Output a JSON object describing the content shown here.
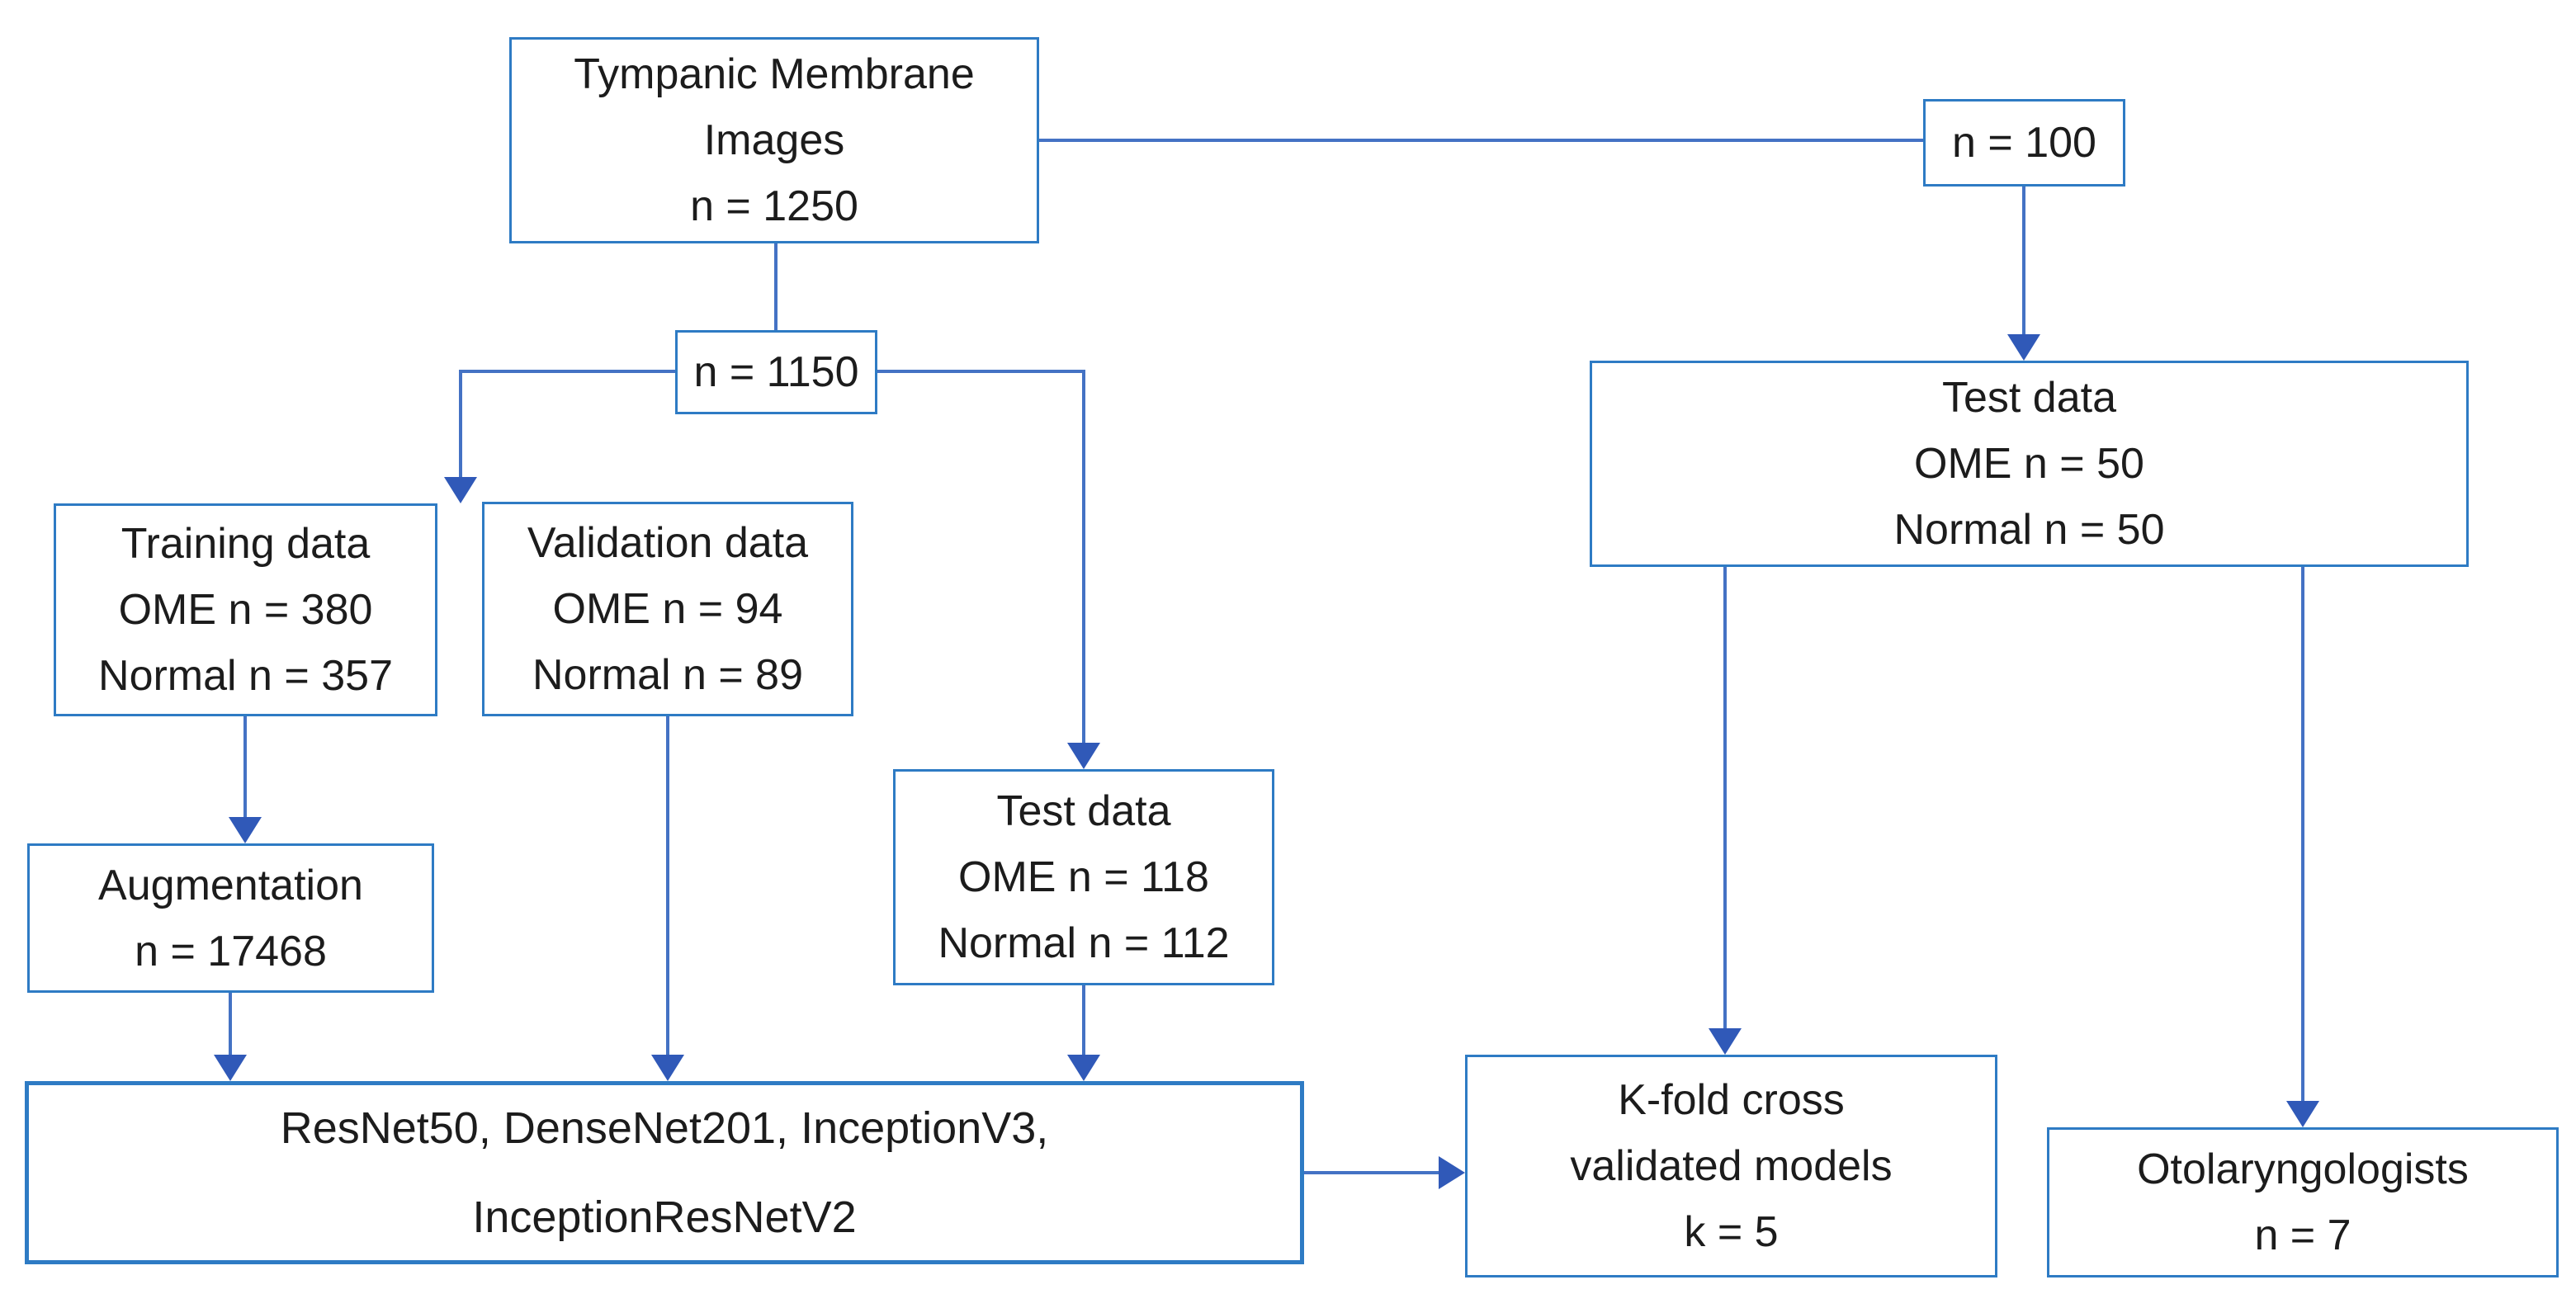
{
  "figure": {
    "type": "flowchart",
    "description": "Study flow diagram of tympanic membrane image dataset split, augmentation, model training and evaluation"
  },
  "colors": {
    "box_border": "#2e7bc4",
    "connector": "#4472c4",
    "arrow": "#3059b8",
    "text": "#1c1c1c",
    "canvas_bg": "#ffffff"
  },
  "nodes": {
    "tympanic": {
      "lines": [
        "Tympanic Membrane",
        "Images",
        "n = 1250"
      ]
    },
    "n100": {
      "lines": [
        "n = 100"
      ]
    },
    "n1150": {
      "lines": [
        "n = 1150"
      ]
    },
    "training": {
      "lines": [
        "Training data",
        "OME n = 380",
        "Normal n = 357"
      ]
    },
    "validation": {
      "lines": [
        "Validation data",
        "OME n = 94",
        "Normal n = 89"
      ]
    },
    "test_internal": {
      "lines": [
        "Test data",
        "OME n = 118",
        "Normal n = 112"
      ]
    },
    "augmentation": {
      "lines": [
        "Augmentation",
        "n = 17468"
      ]
    },
    "models": {
      "lines": [
        "ResNet50, DenseNet201, InceptionV3,",
        "InceptionResNetV2"
      ]
    },
    "kfold": {
      "lines": [
        "K-fold cross",
        "validated models",
        "k = 5"
      ]
    },
    "test_external": {
      "lines": [
        "Test data",
        "OME n = 50",
        "Normal n = 50"
      ]
    },
    "otolaryngologists": {
      "lines": [
        "Otolaryngologists",
        "n = 7"
      ]
    }
  },
  "edges": [
    {
      "from": "tympanic",
      "to": "n100",
      "arrow": false
    },
    {
      "from": "n100",
      "to": "test_external",
      "arrow": true
    },
    {
      "from": "tympanic",
      "to": "n1150",
      "arrow": false
    },
    {
      "from": "n1150",
      "to": "training_validation_split",
      "arrow": true
    },
    {
      "from": "n1150",
      "to": "test_internal",
      "arrow": true
    },
    {
      "from": "training",
      "to": "augmentation",
      "arrow": true
    },
    {
      "from": "augmentation",
      "to": "models",
      "arrow": true
    },
    {
      "from": "validation",
      "to": "models",
      "arrow": true
    },
    {
      "from": "test_internal",
      "to": "models",
      "arrow": true
    },
    {
      "from": "models",
      "to": "kfold",
      "arrow": true
    },
    {
      "from": "test_external",
      "to": "kfold",
      "arrow": true
    },
    {
      "from": "test_external",
      "to": "otolaryngologists",
      "arrow": true
    }
  ]
}
